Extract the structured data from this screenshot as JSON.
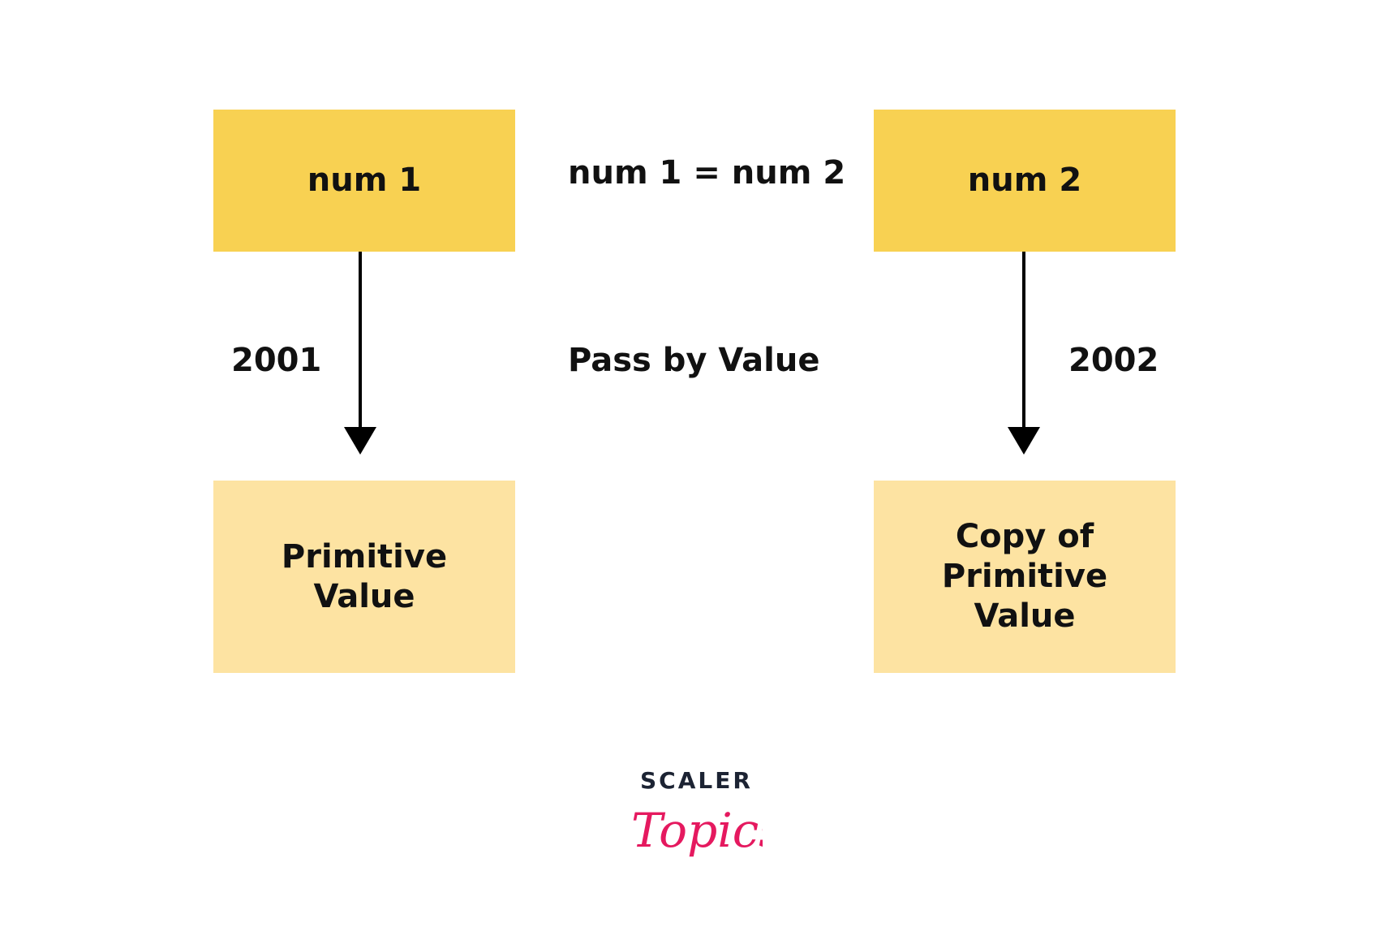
{
  "colors": {
    "top_box": "#f8d152",
    "bottom_box": "#fde3a2",
    "text": "#111111",
    "arrow": "#000000",
    "logo_dark": "#1c2333",
    "logo_accent": "#e5195f"
  },
  "nodes": {
    "num1": "num 1",
    "num2": "num 2",
    "primitive": [
      "Primitive",
      "Value"
    ],
    "copy": [
      "Copy of",
      "Primitive",
      "Value"
    ]
  },
  "labels": {
    "assign": "num 1 = num 2",
    "pass": "Pass by Value",
    "addr1": "2001",
    "addr2": "2002"
  },
  "edges": [
    {
      "from": "num1",
      "to": "primitive",
      "label": "2001"
    },
    {
      "from": "num2",
      "to": "copy",
      "label": "2002"
    }
  ],
  "logo": {
    "top": "SCALER",
    "bottom": "Topics"
  }
}
